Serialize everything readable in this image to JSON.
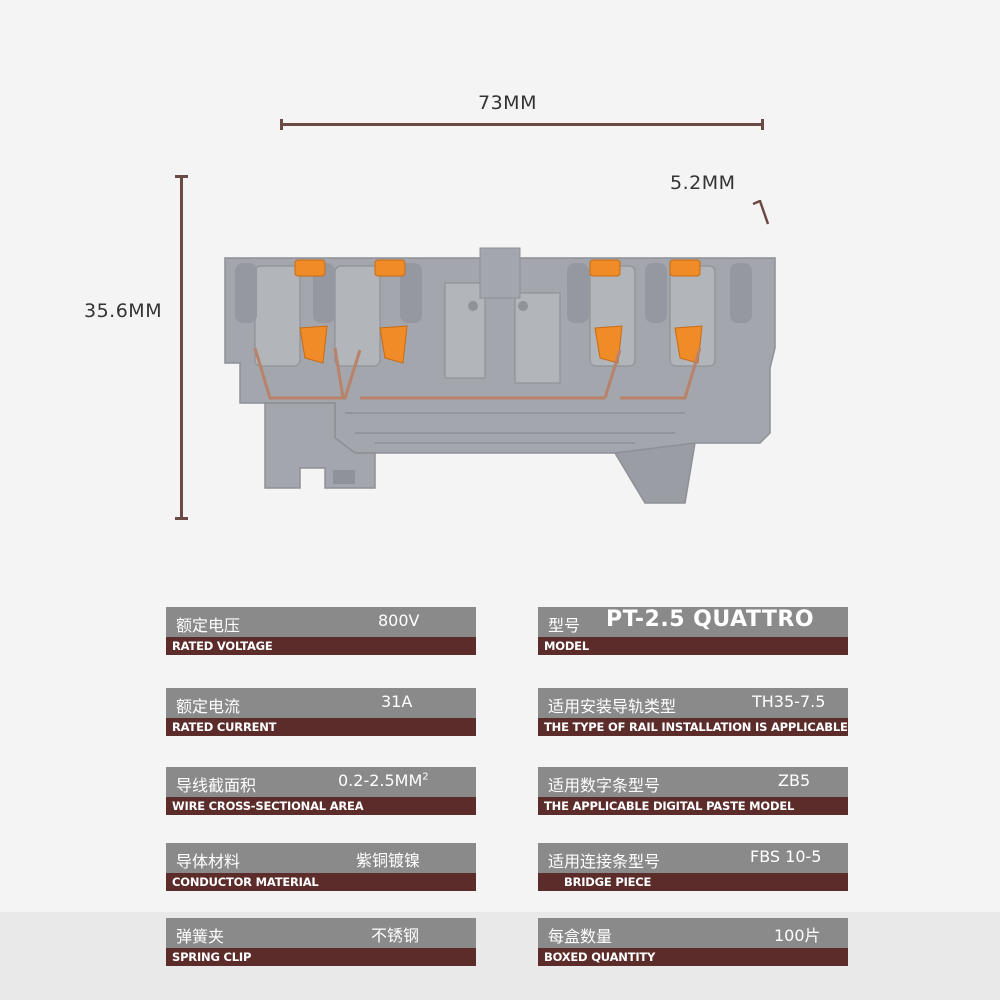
{
  "dimensions": {
    "length": "73MM",
    "thickness": "5.2MM",
    "height": "35.6MM"
  },
  "specs_left": [
    {
      "cn": "额定电压",
      "value": "800V",
      "en": "RATED VOLTAGE"
    },
    {
      "cn": "额定电流",
      "value": "31A",
      "en": "RATED CURRENT"
    },
    {
      "cn": "导线截面积",
      "value": "0.2-2.5MM",
      "value_sup": "2",
      "en": "WIRE CROSS-SECTIONAL AREA"
    },
    {
      "cn": "导体材料",
      "value": "紫铜镀镍",
      "en": "CONDUCTOR MATERIAL"
    },
    {
      "cn": "弹簧夹",
      "value": "不锈钢",
      "en": "SPRING CLIP"
    }
  ],
  "specs_right": [
    {
      "cn": "型号",
      "value": "PT-2.5 QUATTRO",
      "en": "MODEL"
    },
    {
      "cn": "适用安装导轨类型",
      "value": "TH35-7.5",
      "en": "THE TYPE OF RAIL INSTALLATION IS APPLICABLE"
    },
    {
      "cn": "适用数字条型号",
      "value": "ZB5",
      "en": "THE APPLICABLE DIGITAL PASTE MODEL"
    },
    {
      "cn": "适用连接条型号",
      "value": "FBS 10-5",
      "en": "BRIDGE PIECE"
    },
    {
      "cn": "每盒数量",
      "value": "100片",
      "en": "BOXED QUANTITY"
    }
  ],
  "colors": {
    "label_bar": "#8a8a8a",
    "sub_bar": "#5b2c2a",
    "dimension_line": "#6b4a45",
    "body_gray": "#a3a6ac",
    "lever_orange": "#f08c28"
  }
}
